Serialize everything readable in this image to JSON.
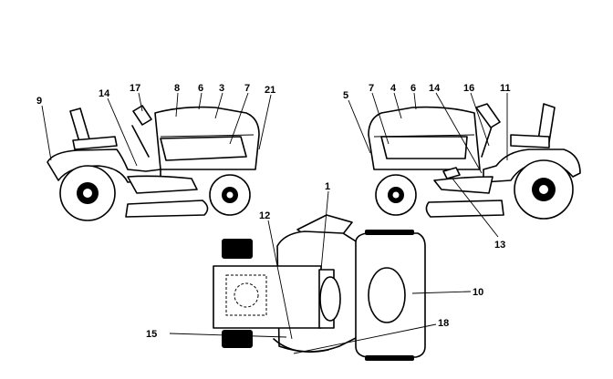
{
  "callouts": {
    "c1": "1",
    "c3": "3",
    "c4": "4",
    "c5": "5",
    "c6_left": "6",
    "c6_right": "6",
    "c7_left": "7",
    "c7_right": "7",
    "c8": "8",
    "c9": "9",
    "c10": "10",
    "c11": "11",
    "c12": "12",
    "c13": "13",
    "c14_left": "14",
    "c14_right": "14",
    "c15": "15",
    "c16": "16",
    "c17": "17",
    "c18": "18",
    "c21": "21"
  }
}
